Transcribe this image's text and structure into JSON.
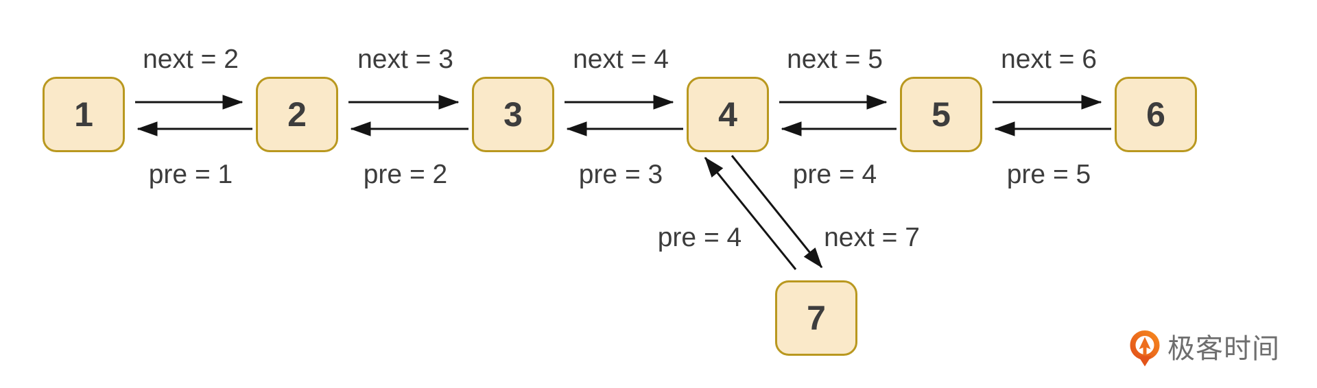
{
  "diagram": {
    "type": "doubly-linked-list-insertion",
    "colors": {
      "node_fill": "#FAE9C9",
      "node_border": "#B9981F",
      "node_text": "#3D3D3D",
      "label_text": "#3C3C3C",
      "arrow": "#141414",
      "logo_orange": "#ED6F1F",
      "logo_text": "#6E6E6E"
    },
    "nodes": [
      {
        "label": "1"
      },
      {
        "label": "2"
      },
      {
        "label": "3"
      },
      {
        "label": "4"
      },
      {
        "label": "5"
      },
      {
        "label": "6"
      },
      {
        "label": "7"
      }
    ],
    "next_labels": [
      "next = 2",
      "next = 3",
      "next = 4",
      "next = 5",
      "next = 6"
    ],
    "pre_labels": [
      "pre = 1",
      "pre = 2",
      "pre = 3",
      "pre = 4",
      "pre = 5"
    ],
    "insert_labels": {
      "pre": "pre = 4",
      "next": "next = 7"
    }
  },
  "logo": {
    "brand": "极客时间",
    "icon": "geektime-pin-icon"
  }
}
